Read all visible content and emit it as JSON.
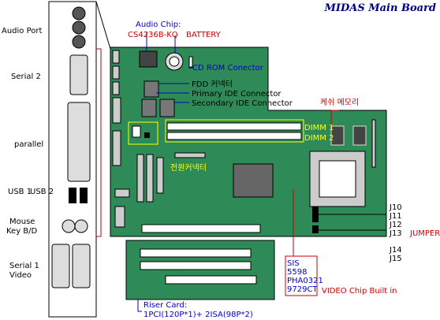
{
  "title": "MIDAS Main Board",
  "labels": {
    "audio_port": "Audio Port",
    "serial2": "Serial 2",
    "parallel": "parallel",
    "usb1": "USB 1",
    "usb2": "USB 2",
    "mouse": "Mouse",
    "keyboard": "Key B/D",
    "serial1": "Serial 1",
    "video": "Video",
    "audio_chip": "Audio Chip:",
    "audio_chip_model": "CS4236B-KQ",
    "battery": "BATTERY",
    "cdrom": "CD ROM Conector",
    "fdd": "FDD 커넥터",
    "primary_ide": "Primary IDE Connector",
    "secondary_ide": "Secondary IDE Connector",
    "cache_memory": "케쉬 메모리",
    "dimm1": "DIMM 1",
    "dimm2": "DIMM 2",
    "power_connector": "전원커넥터",
    "j10": "J10",
    "j11": "J11",
    "j12": "J12",
    "j13": "J13",
    "jumper": "JUMPER",
    "j14": "J14",
    "j15": "J15",
    "sis_chip": [
      "SIS",
      "5598",
      "PHA0321",
      "9729CT"
    ],
    "video_chip": "VIDEO Chip Built in",
    "riser_card": "Riser Card:",
    "riser_desc": "1PCI(120P*1)+ 2ISA(98P*2)"
  },
  "colors": {
    "board": "#2e8b57",
    "panel": "#ffffff",
    "accent_red": "#cc0000",
    "accent_blue": "#0000cc",
    "label_yellow": "#ffff00"
  }
}
